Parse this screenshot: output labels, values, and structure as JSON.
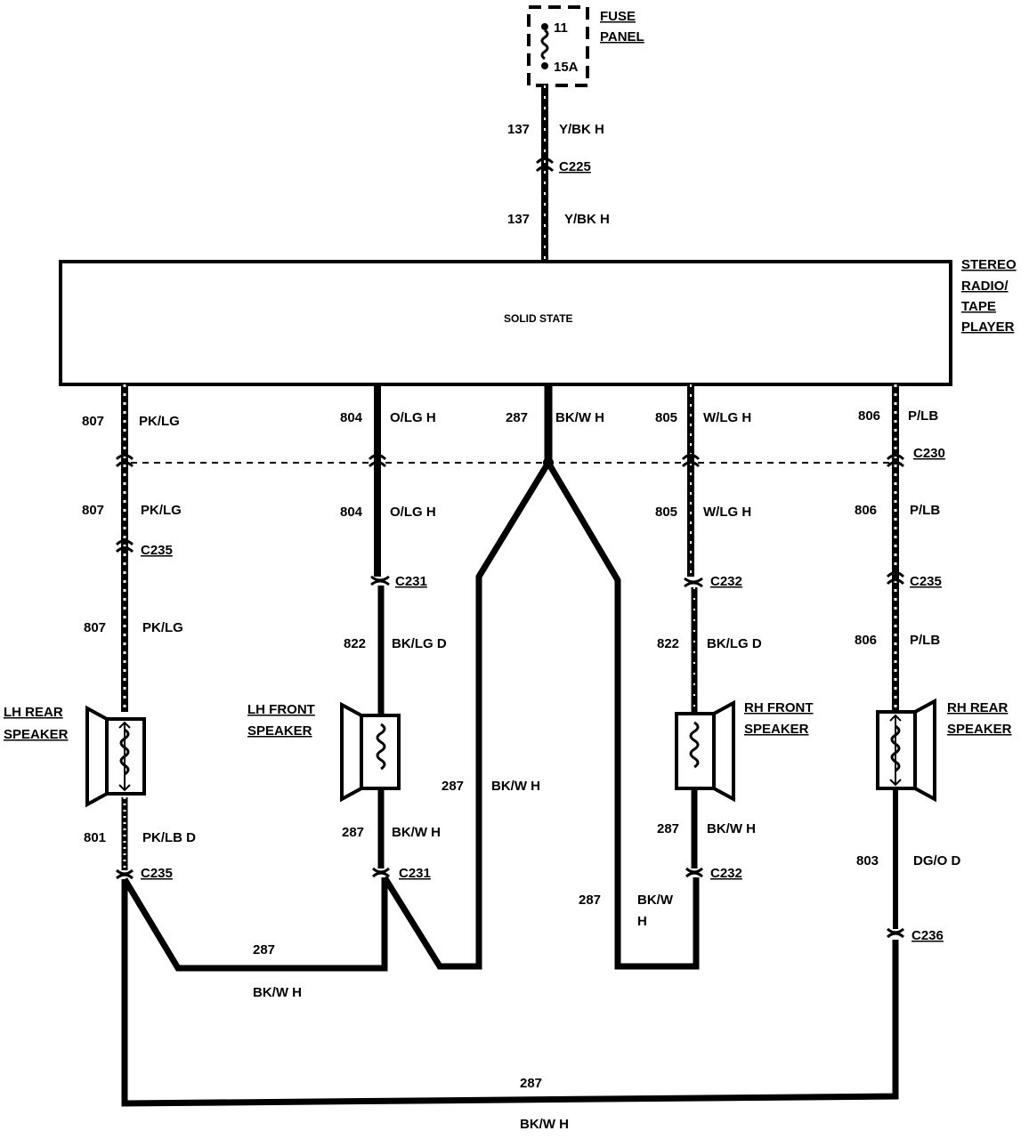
{
  "fuse_panel": {
    "title_line1": "FUSE",
    "title_line2": "PANEL",
    "fuse_number": "11",
    "rating": "15A"
  },
  "radio": {
    "label_lines": [
      "STEREO",
      "RADIO/",
      "TAPE",
      "PLAYER"
    ],
    "inner_text": "SOLID STATE"
  },
  "feed": [
    {
      "circuit": "137",
      "color": "Y/BK H"
    },
    {
      "connector": "C225"
    },
    {
      "circuit": "137",
      "color": "Y/BK H"
    }
  ],
  "wires_top": [
    {
      "circuit": "807",
      "color": "PK/LG"
    },
    {
      "circuit": "804",
      "color": "O/LG H"
    },
    {
      "circuit": "287",
      "color": "BK/W H"
    },
    {
      "circuit": "805",
      "color": "W/LG H"
    },
    {
      "circuit": "806",
      "color": "P/LB"
    }
  ],
  "connector_c230": "C230",
  "wires_mid": [
    {
      "circuit": "807",
      "color": "PK/LG"
    },
    {
      "circuit": "804",
      "color": "O/LG H"
    },
    {
      "circuit": "805",
      "color": "W/LG H"
    },
    {
      "circuit": "806",
      "color": "P/LB"
    }
  ],
  "connectors_mid": [
    "C235",
    "C231",
    "C232",
    "C235"
  ],
  "wires_low": [
    {
      "circuit": "807",
      "color": "PK/LG"
    },
    {
      "circuit": "822",
      "color": "BK/LG D"
    },
    {
      "circuit": "822",
      "color": "BK/LG D"
    },
    {
      "circuit": "806",
      "color": "P/LB"
    }
  ],
  "speakers": [
    {
      "line1": "LH REAR",
      "line2": "SPEAKER"
    },
    {
      "line1": "LH FRONT",
      "line2": "SPEAKER"
    },
    {
      "line1": "RH FRONT",
      "line2": "SPEAKER"
    },
    {
      "line1": "RH REAR",
      "line2": "SPEAKER"
    }
  ],
  "ground_wires": [
    {
      "circuit": "801",
      "color": "PK/LB D"
    },
    {
      "circuit": "287",
      "color": "BK/W H"
    },
    {
      "circuit": "287",
      "color": "BK/W H"
    },
    {
      "circuit": "287",
      "color": "BK/W H"
    },
    {
      "circuit": "287",
      "color_line1": "BK/W",
      "color_line2": "H"
    },
    {
      "circuit": "803",
      "color": "DG/O D"
    }
  ],
  "connectors_low": [
    "C235",
    "C231",
    "C232",
    "C236"
  ],
  "ground_bottom_mid": {
    "circuit": "287",
    "color": "BK/W H"
  },
  "ground_bottom": {
    "circuit": "287",
    "color": "BK/W H"
  }
}
